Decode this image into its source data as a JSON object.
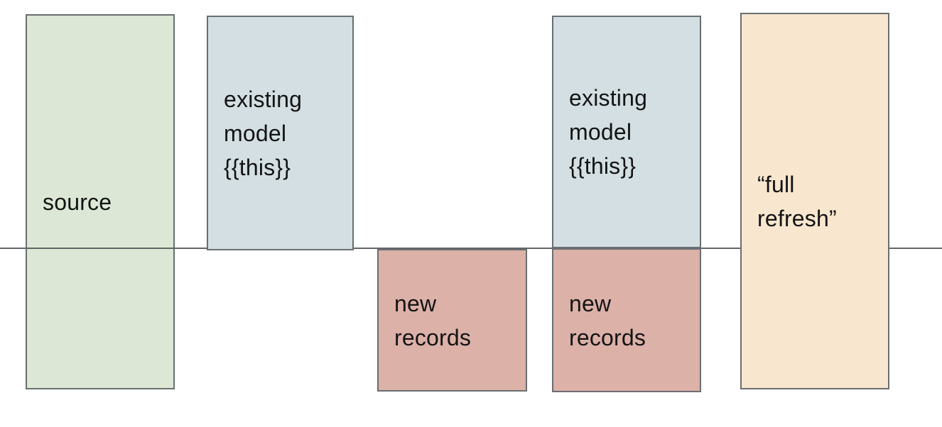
{
  "diagram": {
    "description_labels": {
      "source": "source",
      "existing_model_left": "existing\nmodel\n{{this}}",
      "new_records_left": "new\nrecords",
      "existing_model_right": "existing\nmodel\n{{this}}",
      "new_records_right": "new\nrecords",
      "full_refresh": "“full\nrefresh”"
    },
    "colors": {
      "canvas_background": "#ffffff",
      "source_fill": "#dce8d5",
      "existing_model_fill": "#d3dfe3",
      "new_records_fill": "#dcb1a8",
      "full_refresh_fill": "#f8e6cf",
      "box_border": "#6a6e70",
      "divider_line": "#626567",
      "label_text": "#141414"
    }
  }
}
